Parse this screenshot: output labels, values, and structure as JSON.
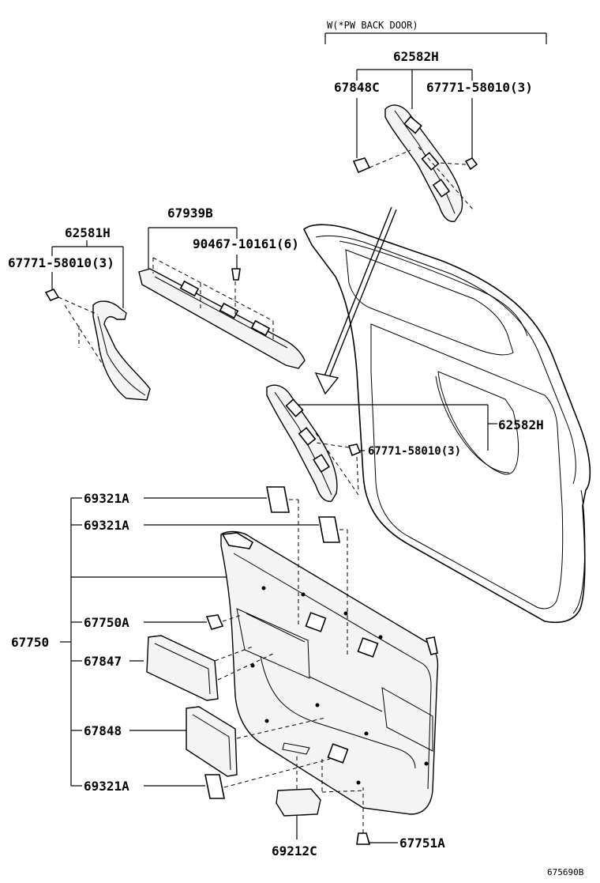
{
  "diagram": {
    "ref_code": "675690B",
    "condition_label": "W(*PW BACK DOOR)",
    "labels": {
      "p62582H_top": "62582H",
      "p67848C": "67848C",
      "p67771_top": "67771-58010(3)",
      "p67939B": "67939B",
      "p90467": "90467-10161(6)",
      "p62581H": "62581H",
      "p67771_left": "67771-58010(3)",
      "p62582H_mid": "62582H",
      "p67771_mid": "67771-58010(3)",
      "p69321A_1": "69321A",
      "p69321A_2": "69321A",
      "p67750": "67750",
      "p67750A": "67750A",
      "p67847": "67847",
      "p67848": "67848",
      "p69321A_3": "69321A",
      "p69212C": "69212C",
      "p67751A": "67751A"
    }
  }
}
